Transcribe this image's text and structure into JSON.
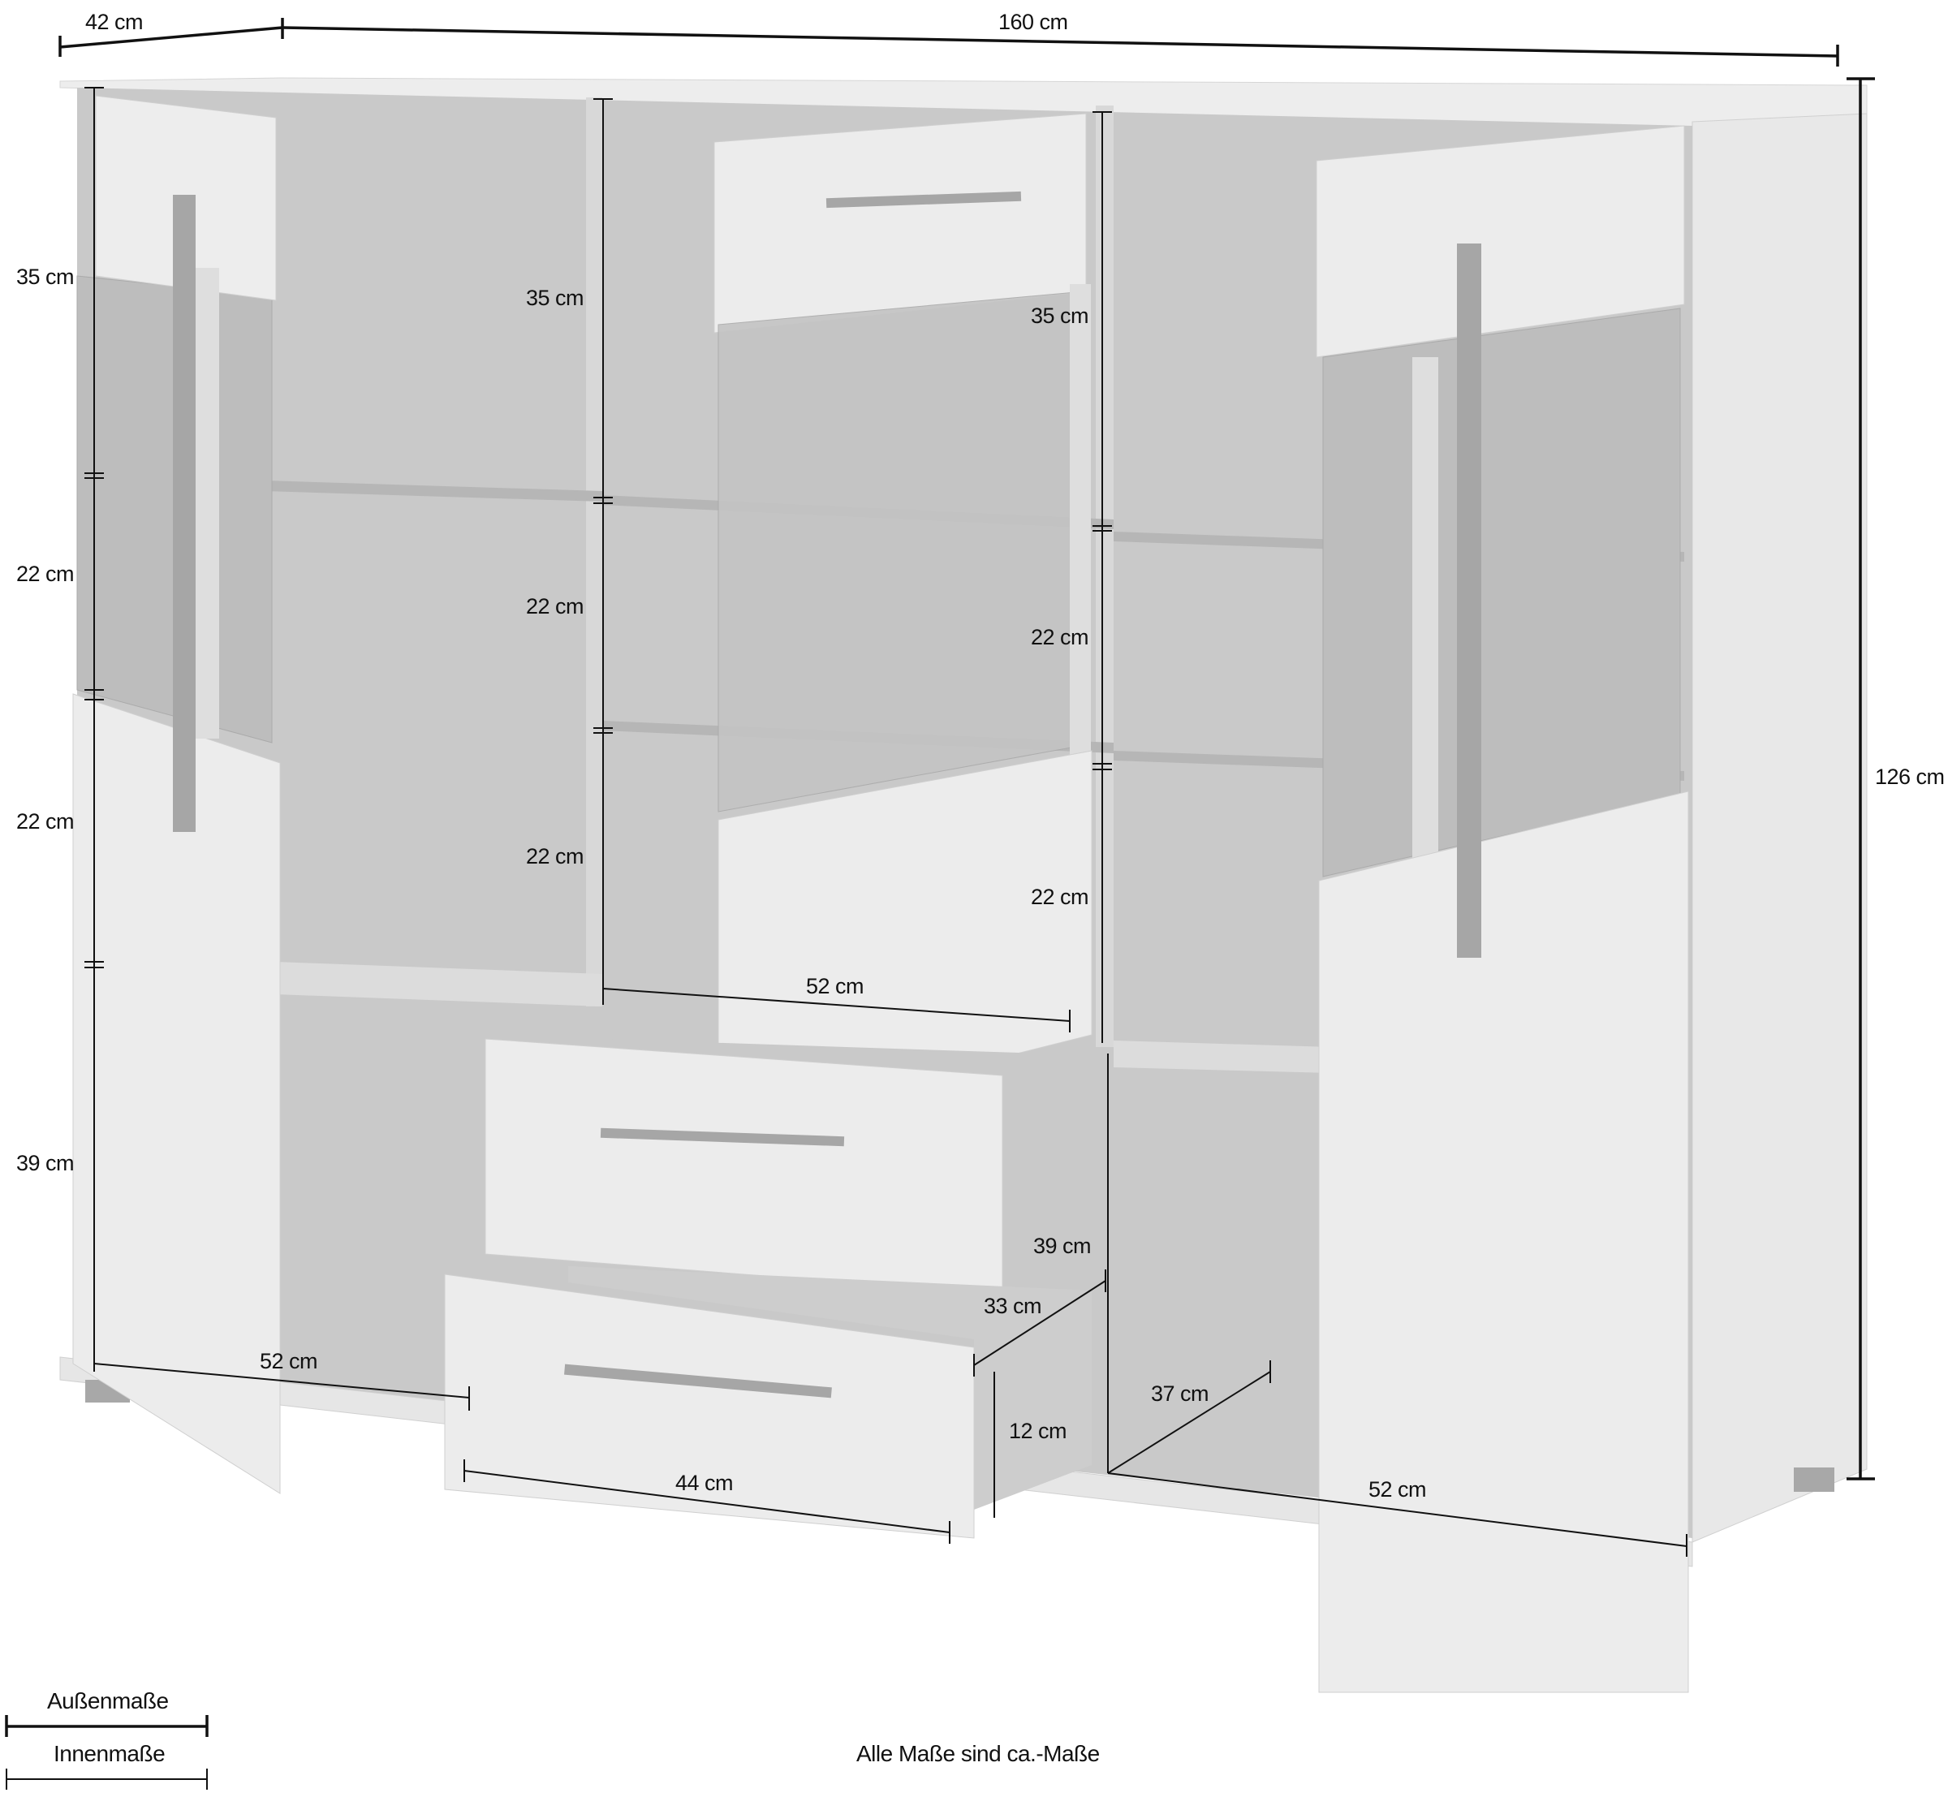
{
  "diagram": {
    "type": "furniture-dimension-drawing",
    "subject": "Highboard / sideboard with 3 glass-door compartments and 2 drawers",
    "colors": {
      "background": "#ffffff",
      "front_panel": "#ececec",
      "carcass_side": "#e6e6e6",
      "interior": "#c9c9c9",
      "glass": "#bebebe",
      "handle": "#a4a4a4",
      "dimension_line": "#111111"
    }
  },
  "outer_dimensions": {
    "depth": "42 cm",
    "width": "160 cm",
    "height": "126 cm"
  },
  "left_column": {
    "heights": [
      "35 cm",
      "22 cm",
      "22 cm",
      "39 cm"
    ],
    "door_depth": "52 cm"
  },
  "middle_column": {
    "heights": [
      "35 cm",
      "22 cm",
      "22 cm"
    ],
    "shelf_width": "52 cm",
    "drawer_width": "44 cm",
    "drawer_depth": "33 cm",
    "drawer_height": "12 cm",
    "drawer_section_height": "39 cm"
  },
  "right_column": {
    "heights": [
      "35 cm",
      "22 cm",
      "22 cm"
    ],
    "bottom_depth": "37 cm",
    "door_width": "52 cm"
  },
  "legend": {
    "outer": "Außenmaße",
    "inner": "Innenmaße"
  },
  "footnote": "Alle Maße sind ca.-Maße"
}
